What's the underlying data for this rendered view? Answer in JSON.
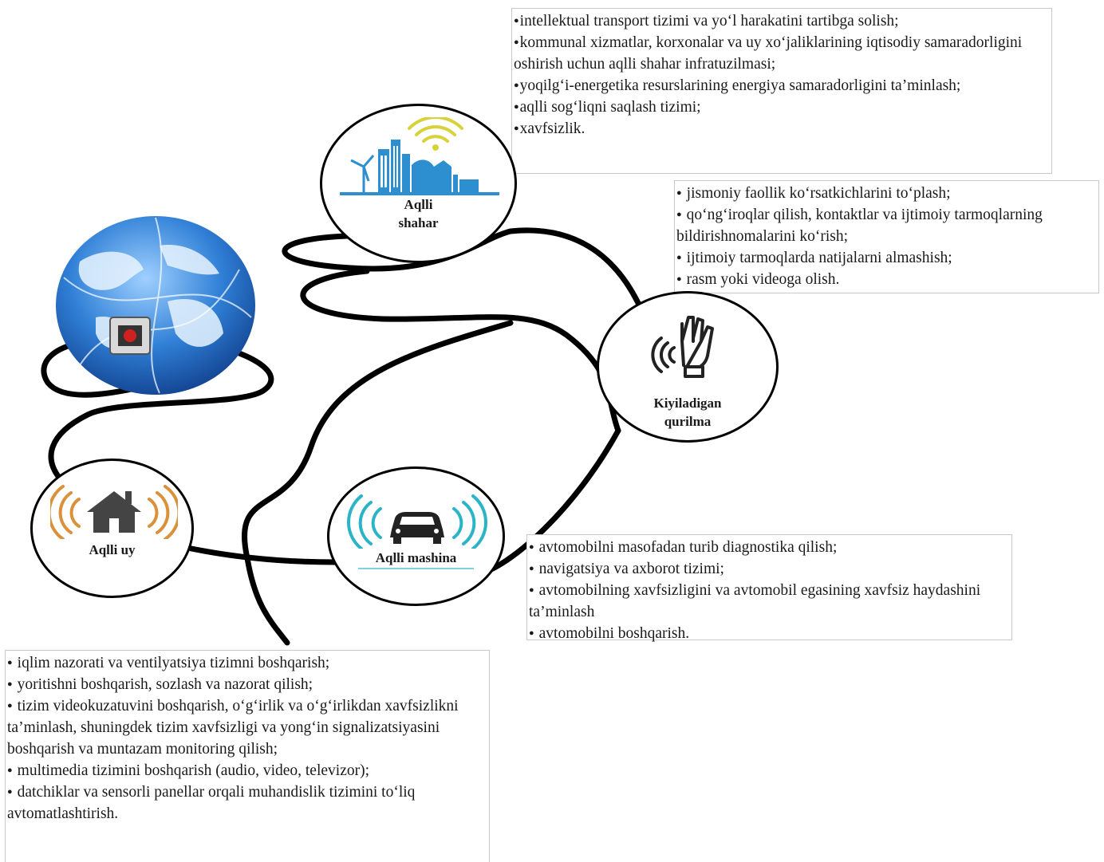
{
  "nodes": {
    "smart_city": {
      "label_line1": "Aqlli",
      "label_line2": "shahar"
    },
    "wearable": {
      "label_line1": "Kiyiladigan",
      "label_line2": "qurilma"
    },
    "smart_car": {
      "label": "Aqlli  mashina"
    },
    "smart_home": {
      "label": "Aqlli  uy"
    }
  },
  "boxes": {
    "city": [
      "intellektual transport tizimi  va yo‘l harakatini tartibga solish;",
      "kommunal xizmatlar, korxonalar va uy xo‘jaliklarining iqtisodiy samaradorligini oshirish uchun aqlli shahar infratuzilmasi;",
      "yoqilg‘i-energetika resurslarining energiya samaradorligini ta’minlash;",
      "aqlli sog‘liqni saqlash tizimi;",
      "xavfsizlik."
    ],
    "wearable": [
      "jismoniy faollik ko‘rsatkichlarini to‘plash;",
      "qo‘ng‘iroqlar qilish, kontaktlar va ijtimoiy tarmoqlarning bildirishnomalarini ko‘rish;",
      "ijtimoiy tarmoqlarda natijalarni almashish;",
      "rasm yoki videoga olish."
    ],
    "car": [
      "avtomobilni masofadan turib diagnostika qilish;",
      "navigatsiya va axborot tizimi;",
      "avtomobilning xavfsizligini  va avtomobil egasining xavfsiz haydashini ta’minlash",
      "avtomobilni boshqarish."
    ],
    "home": [
      "iqlim nazorati va ventilyatsiya tizimni boshqarish;",
      "yoritishni boshqarish, sozlash va nazorat qilish;",
      "tizim  videokuzatuvini boshqarish, o‘g‘irlik va o‘g‘irlikdan xavfsizlikni ta’minlash, shuningdek tizim xavfsizligi  va yong‘in signalizatsiyasini  boshqarish va muntazam monitoring qilish;",
      "multimedia tizimini  boshqarish (audio, video, televizor);",
      "datchiklar va sensorli panellar orqali muhandislik tizimini to‘liq avtomatlashtirish."
    ]
  },
  "icons": {
    "smart_city": "city-skyline-wifi-icon",
    "wearable": "hand-signal-icon",
    "smart_car": "car-signal-icon",
    "smart_home": "house-signal-icon",
    "internet": "globe-plug-icon"
  },
  "colors": {
    "city_blue": "#2e8fd0",
    "wifi_yellow": "#d8d23a",
    "car_teal": "#2bb3c6",
    "home_orange": "#d9913a",
    "globe_blue": "#1e6fc8"
  }
}
